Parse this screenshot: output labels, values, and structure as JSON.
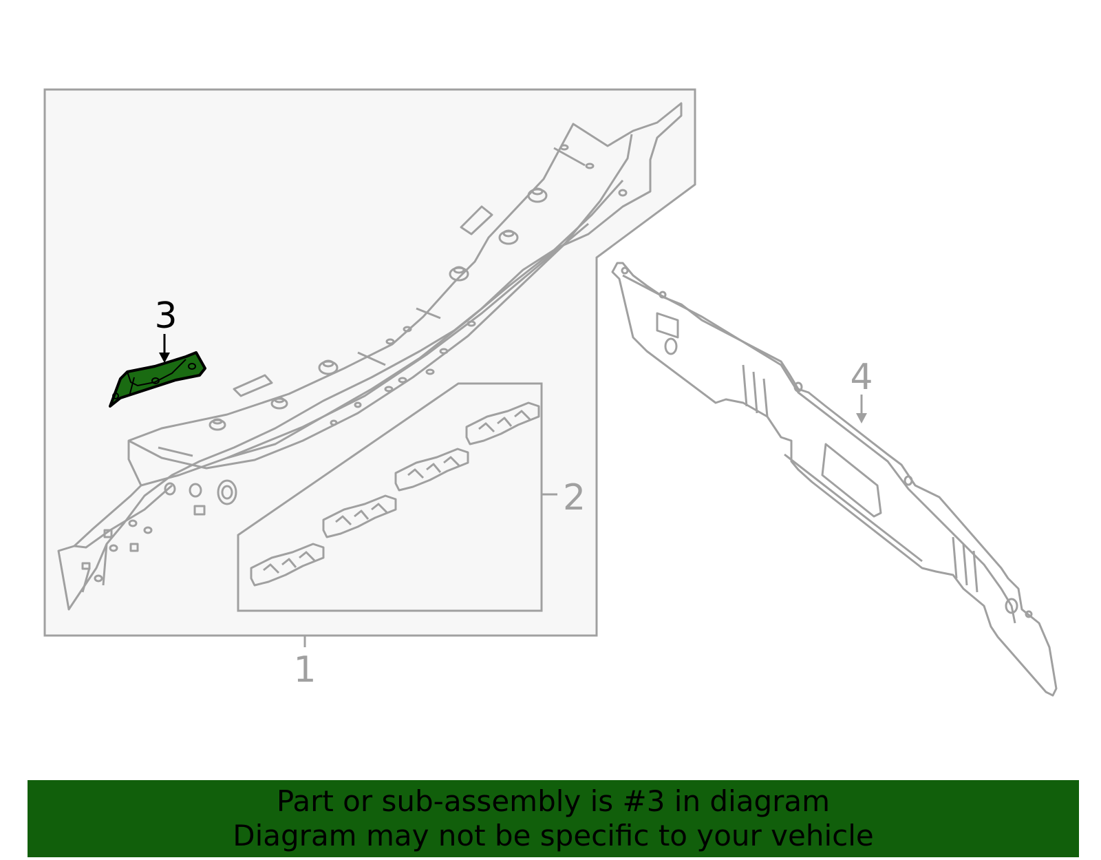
{
  "diagram": {
    "callouts": [
      {
        "id": "1",
        "label": "1"
      },
      {
        "id": "2",
        "label": "2"
      },
      {
        "id": "3",
        "label": "3"
      },
      {
        "id": "4",
        "label": "4"
      }
    ],
    "highlighted_part": "3"
  },
  "colors": {
    "outline": "#a0a0a0",
    "panel_fill": "#f7f7f7",
    "highlight_fill": "#1a6b12",
    "highlight_stroke": "#000000",
    "banner": "#115f0b"
  },
  "banner": {
    "line1": "Part or sub-assembly is #3 in diagram",
    "line2": "Diagram may not be specific to your vehicle"
  }
}
